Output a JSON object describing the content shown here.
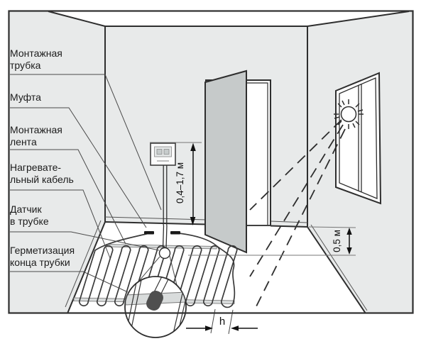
{
  "labels": {
    "mounting_tube": {
      "line1": "Монтажная",
      "line2": "трубка"
    },
    "coupling": {
      "line1": "Муфта"
    },
    "mounting_tape": {
      "line1": "Монтажная",
      "line2": "лента"
    },
    "heating_cable": {
      "line1": "Нагревате-",
      "line2": "льный кабель"
    },
    "sensor_in_tube": {
      "line1": "Датчик",
      "line2": "в трубке"
    },
    "tube_end_sealing": {
      "line1": "Герметизация",
      "line2": "конца трубки"
    }
  },
  "dimensions": {
    "thermostat_height_range": "0,4–1,7 м",
    "window_wall_offset": "0,5 м",
    "cable_spacing": "h"
  },
  "colors": {
    "wall": "#e8eaea",
    "ceiling": "#ffffff",
    "floor": "#ffffff",
    "door_panel": "#c6caca",
    "outline": "#2e2e2e",
    "cable": "#3a3a3a",
    "tape": "#d9dcdc",
    "plug": "#4f4f4f"
  }
}
